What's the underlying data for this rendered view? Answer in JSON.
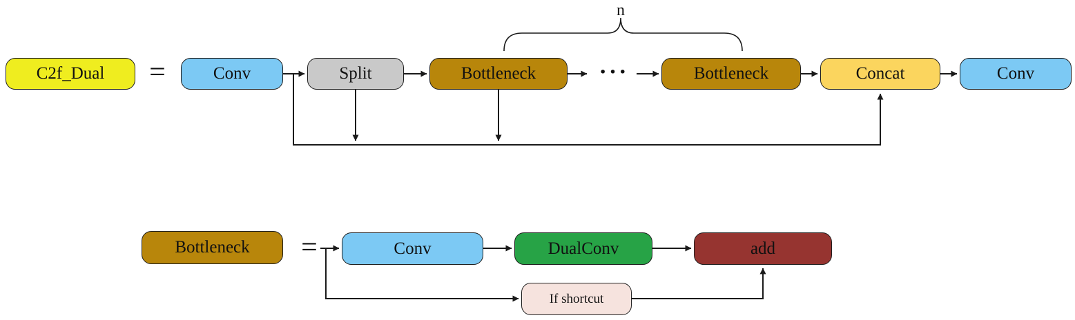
{
  "top_row": {
    "c2f_dual": "C2f_Dual",
    "equals": "=",
    "conv_in": "Conv",
    "split": "Split",
    "bottleneck_first": "Bottleneck",
    "ellipsis": "···",
    "bottleneck_last": "Bottleneck",
    "concat": "Concat",
    "conv_out": "Conv",
    "repeat_label": "n"
  },
  "bottom_row": {
    "bottleneck": "Bottleneck",
    "equals": "=",
    "conv": "Conv",
    "dualconv": "DualConv",
    "add": "add",
    "if_shortcut": "If shortcut"
  },
  "colors": {
    "module_yellow": "#efed1f",
    "conv_blue": "#7cc9f4",
    "split_gray": "#c9c9c9",
    "bottleneck_gold": "#b8860b",
    "concat_amber": "#fbd55e",
    "dualconv_green": "#27a346",
    "add_red": "#963430",
    "shortcut_pink": "#f6e3de",
    "line_black": "#1a1a1a"
  }
}
